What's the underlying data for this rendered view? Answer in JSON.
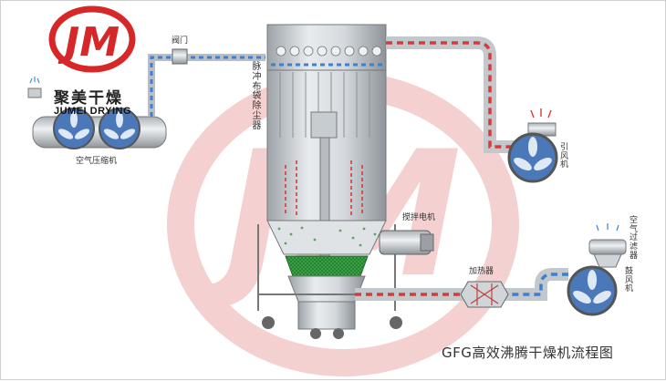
{
  "brand": {
    "logo_text": "JM",
    "name_cn": "聚美干燥",
    "name_en": "JUMEI DRYING"
  },
  "labels": {
    "valve": "阀门",
    "air_compressor": "空气压缩机",
    "bag_filter": "脉冲布袋除尘器",
    "induced_fan": "引风机",
    "stirring_motor": "搅拌电机",
    "heater": "加热器",
    "air_filter": "空气过滤器",
    "blower": "鼓风机"
  },
  "title": "GFG高效沸腾干燥机流程图",
  "colors": {
    "watermark": "#f2c9c9",
    "pipe_red": "#d83a3a",
    "pipe_blue": "#3f7fd1",
    "fan_blue": "#4a78b8",
    "mesh_green": "#2f9e3a"
  }
}
